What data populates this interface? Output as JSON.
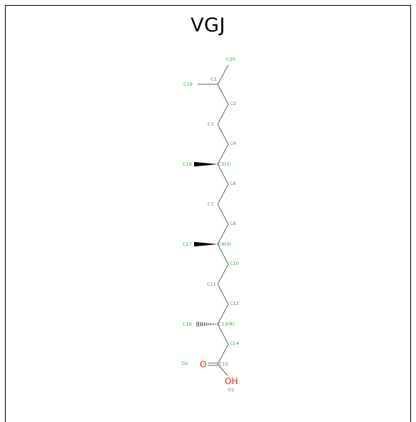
{
  "title": "VGJ",
  "colors": {
    "bond": "#666666",
    "carbon_label": "#33aa33",
    "oxygen": "#ff1a1a",
    "border": "#000000"
  },
  "atoms": [
    {
      "id": "C20",
      "label": "C20",
      "el": "C"
    },
    {
      "id": "C1",
      "label": "C1",
      "el": "C"
    },
    {
      "id": "C19",
      "label": "C19",
      "el": "C"
    },
    {
      "id": "C2",
      "label": "C2",
      "el": "C"
    },
    {
      "id": "C3",
      "label": "C3",
      "el": "C"
    },
    {
      "id": "C4",
      "label": "C4",
      "el": "C"
    },
    {
      "id": "C5",
      "label": "C5(S)",
      "el": "C"
    },
    {
      "id": "C18",
      "label": "C18",
      "el": "C"
    },
    {
      "id": "C6",
      "label": "C6",
      "el": "C"
    },
    {
      "id": "C7",
      "label": "C7",
      "el": "C"
    },
    {
      "id": "C8",
      "label": "C8",
      "el": "C"
    },
    {
      "id": "C9",
      "label": "C9(S)",
      "el": "C"
    },
    {
      "id": "C17",
      "label": "C17",
      "el": "C"
    },
    {
      "id": "C10",
      "label": "C10",
      "el": "C"
    },
    {
      "id": "C11",
      "label": "C11",
      "el": "C"
    },
    {
      "id": "C12",
      "label": "C12",
      "el": "C"
    },
    {
      "id": "C13",
      "label": "C13(R)",
      "el": "C"
    },
    {
      "id": "C16",
      "label": "C16",
      "el": "C"
    },
    {
      "id": "C14",
      "label": "C14",
      "el": "C"
    },
    {
      "id": "C15",
      "label": "C15",
      "el": "C"
    },
    {
      "id": "O2",
      "label": "O2",
      "el": "O",
      "symbol": "O"
    },
    {
      "id": "O1",
      "label": "O1",
      "el": "O",
      "symbol": "OH"
    }
  ],
  "bonds": [
    {
      "a": "C1",
      "b": "C20",
      "type": "single"
    },
    {
      "a": "C1",
      "b": "C19",
      "type": "single"
    },
    {
      "a": "C1",
      "b": "C2",
      "type": "single"
    },
    {
      "a": "C2",
      "b": "C3",
      "type": "single"
    },
    {
      "a": "C3",
      "b": "C4",
      "type": "single"
    },
    {
      "a": "C4",
      "b": "C5",
      "type": "single"
    },
    {
      "a": "C5",
      "b": "C18",
      "type": "wedge"
    },
    {
      "a": "C5",
      "b": "C6",
      "type": "single"
    },
    {
      "a": "C6",
      "b": "C7",
      "type": "single"
    },
    {
      "a": "C7",
      "b": "C8",
      "type": "single"
    },
    {
      "a": "C8",
      "b": "C9",
      "type": "single"
    },
    {
      "a": "C9",
      "b": "C17",
      "type": "wedge"
    },
    {
      "a": "C9",
      "b": "C10",
      "type": "single"
    },
    {
      "a": "C10",
      "b": "C11",
      "type": "single"
    },
    {
      "a": "C11",
      "b": "C12",
      "type": "single"
    },
    {
      "a": "C12",
      "b": "C13",
      "type": "single"
    },
    {
      "a": "C13",
      "b": "C16",
      "type": "hash"
    },
    {
      "a": "C13",
      "b": "C14",
      "type": "single"
    },
    {
      "a": "C14",
      "b": "C15",
      "type": "single"
    },
    {
      "a": "C15",
      "b": "O2",
      "type": "double"
    },
    {
      "a": "C15",
      "b": "O1",
      "type": "single"
    }
  ]
}
